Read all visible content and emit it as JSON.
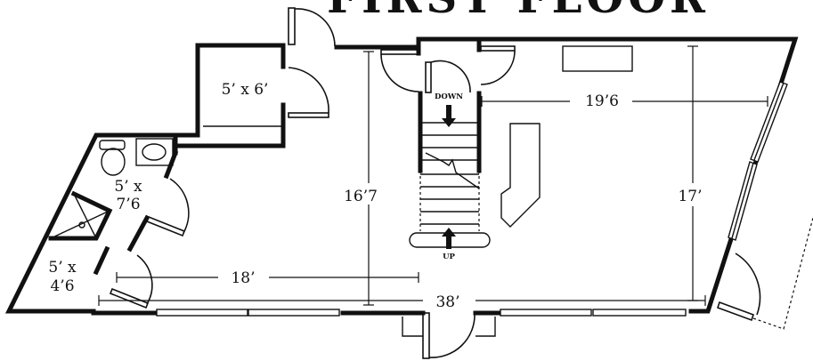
{
  "title": "FIRST FLOOR",
  "rooms": {
    "room_top": "5’ x 6’",
    "bath_line1": "5’ x",
    "bath_line2": "7’6",
    "closet_line1": "5’ x",
    "closet_line2": "4’6"
  },
  "dimensions": {
    "depth_left": "16’7",
    "width_right": "19’6",
    "depth_right": "17’",
    "width_left": "18’",
    "total_width": "38’"
  },
  "stairs": {
    "down_label": "DOWN",
    "up_label": "UP"
  }
}
